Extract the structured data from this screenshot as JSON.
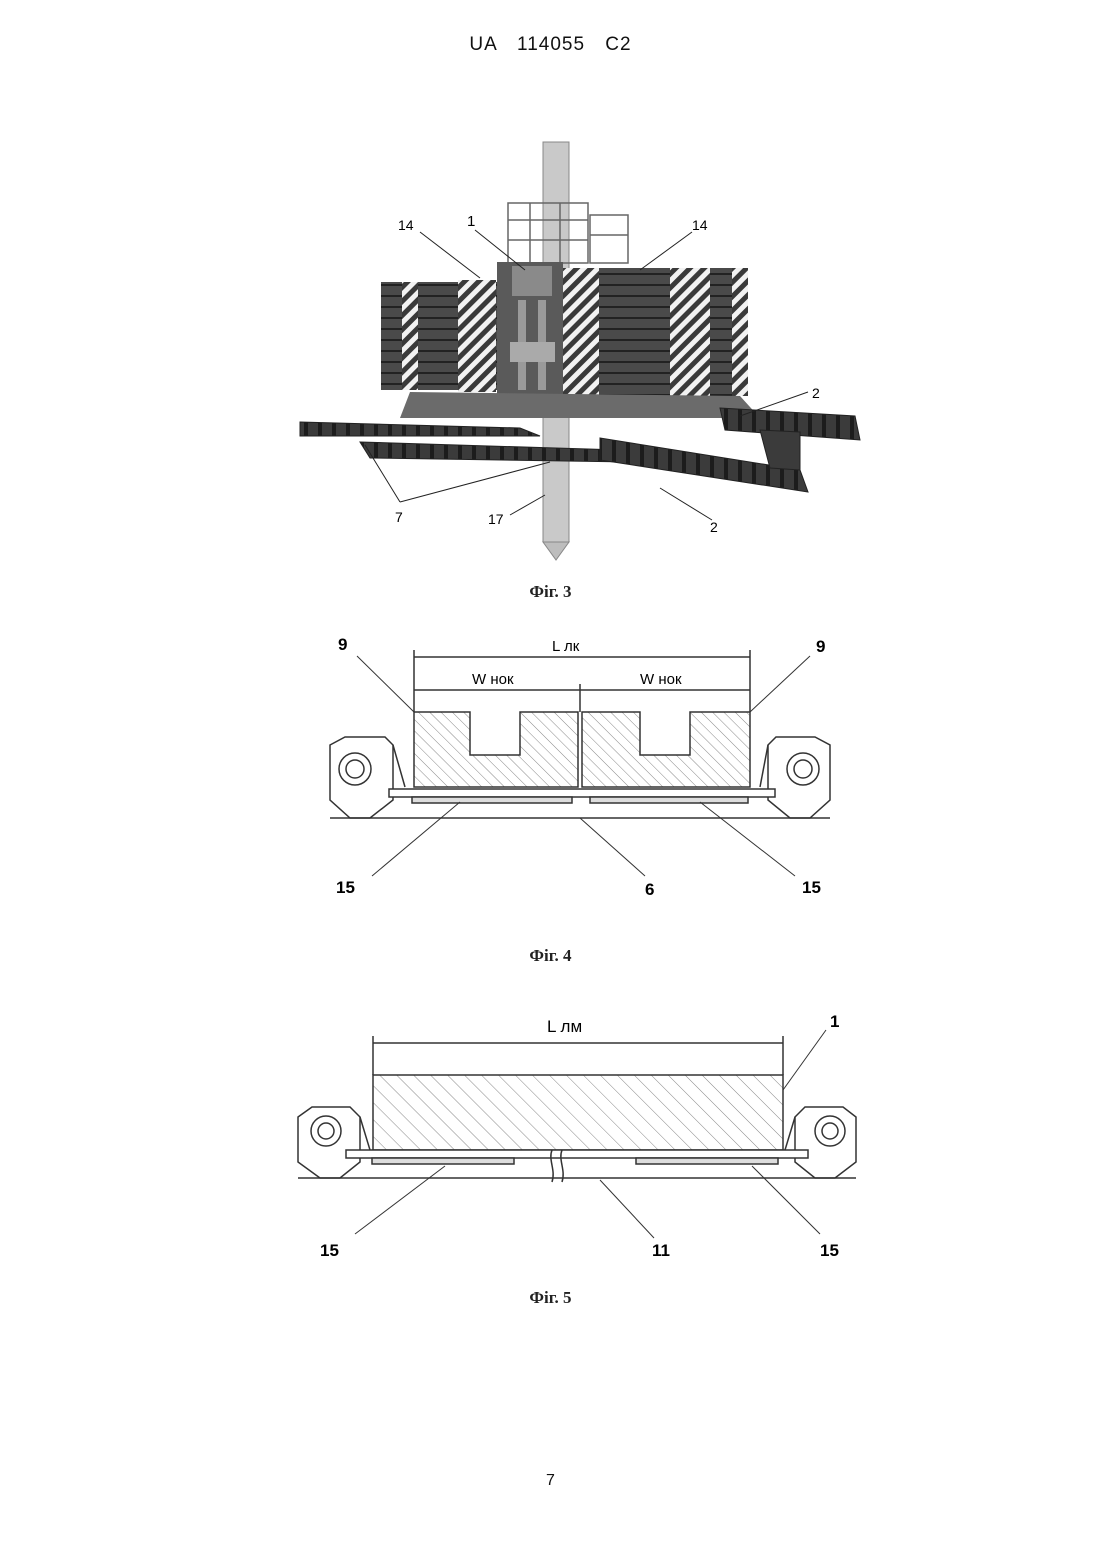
{
  "header": {
    "patent_number": "UA   114055   C2"
  },
  "figure3": {
    "caption": "Фіг. 3",
    "callouts": {
      "c14_left": "14",
      "c1": "1",
      "c14_right": "14",
      "c2_top": "2",
      "c7": "7",
      "c17": "17",
      "c2_bottom": "2"
    }
  },
  "figure4": {
    "caption": "Фіг. 4",
    "dim_total": "L лк",
    "dim_left": "W нок",
    "dim_right": "W нок",
    "callouts": {
      "c9_left": "9",
      "c9_right": "9",
      "c15_left": "15",
      "c6": "6",
      "c15_right": "15"
    }
  },
  "figure5": {
    "caption": "Фіг. 5",
    "dim_total": "L лм",
    "callouts": {
      "c1": "1",
      "c15_left": "15",
      "c11": "11",
      "c15_right": "15"
    }
  },
  "footer": {
    "page_number": "7"
  }
}
